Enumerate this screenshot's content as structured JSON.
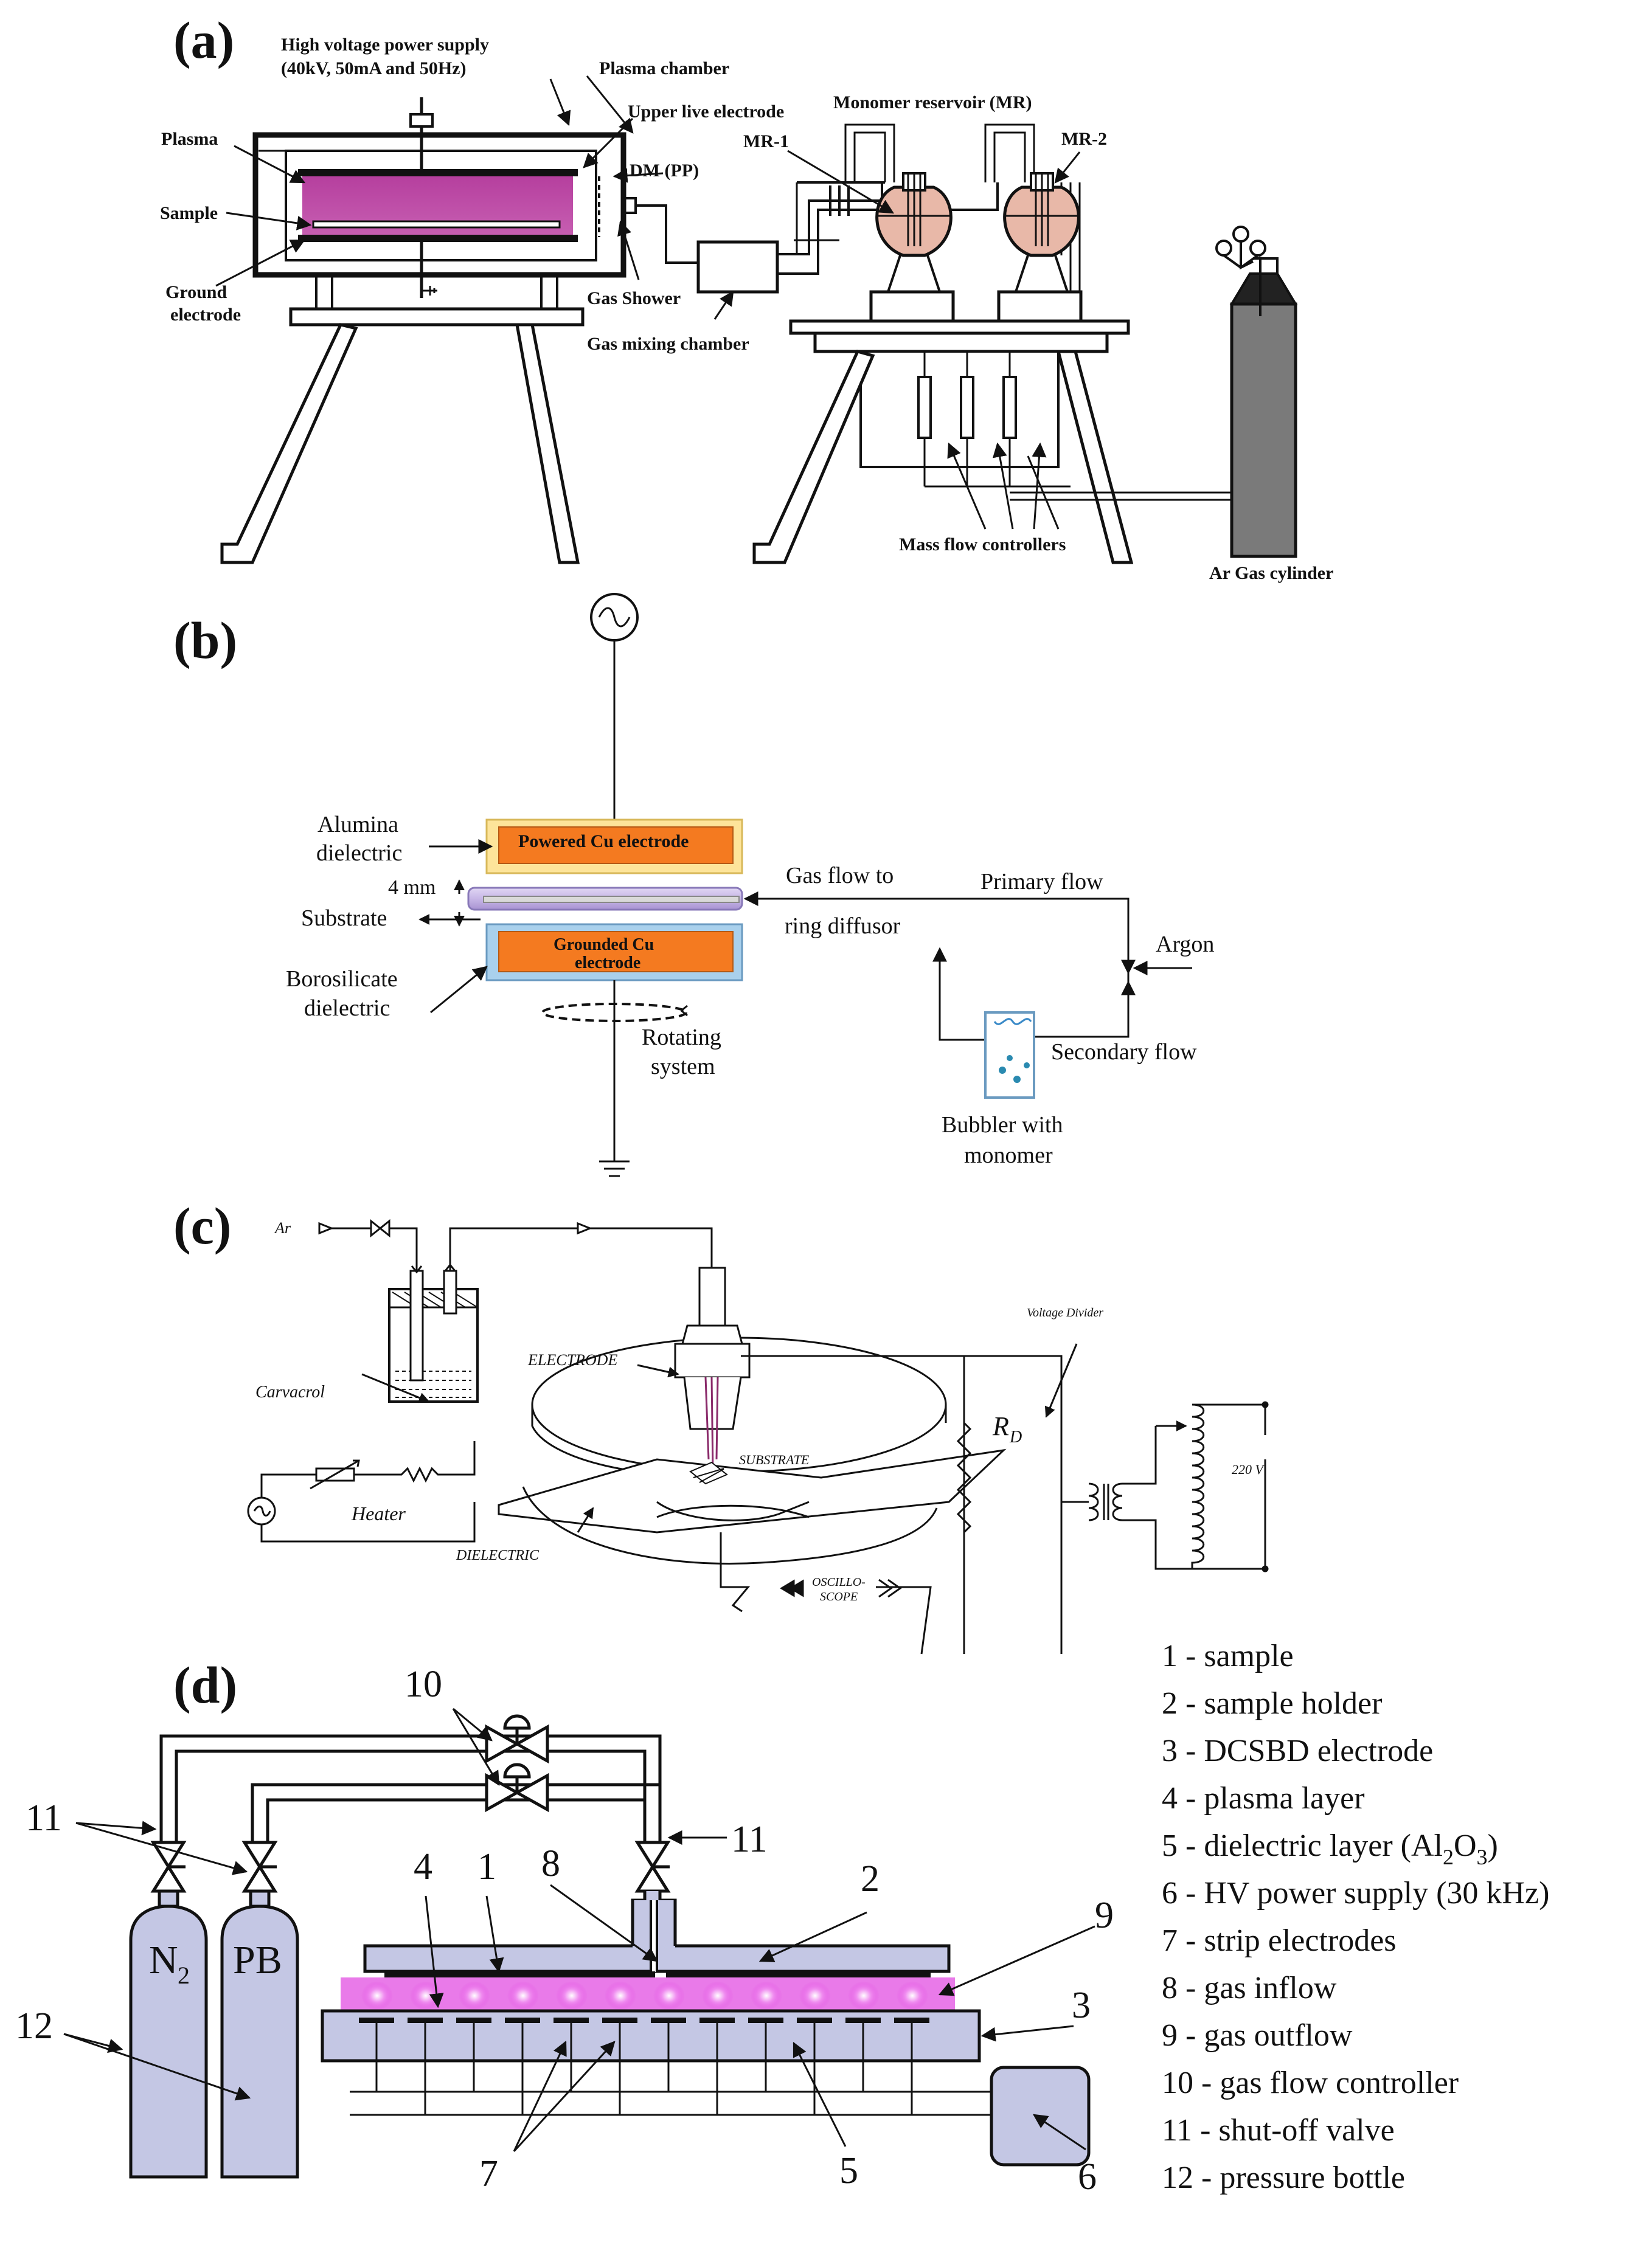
{
  "panel_a": {
    "tag": "(a)",
    "labels": {
      "hv_supply_1": "High voltage power supply",
      "hv_supply_2": "(40kV, 50mA and 50Hz)",
      "plasma_chamber": "Plasma chamber",
      "upper_electrode": "Upper live electrode",
      "monomer_reservoir": "Monomer reservoir (MR)",
      "plasma": "Plasma",
      "dm_pp": "DM (PP)",
      "mr1": "MR-1",
      "mr2": "MR-2",
      "sample": "Sample",
      "ground_1": "Ground",
      "ground_2": "electrode",
      "gas_shower": "Gas Shower",
      "gas_mixing": "Gas mixing chamber",
      "mass_flow": "Mass flow controllers",
      "ar_cylinder": "Ar Gas cylinder"
    }
  },
  "panel_b": {
    "tag": "(b)",
    "labels": {
      "alumina_1": "Alumina",
      "alumina_2": "dielectric",
      "powered": "Powered Cu electrode",
      "gap": "4 mm",
      "substrate": "Substrate",
      "grounded_1": "Grounded Cu",
      "grounded_2": "electrode",
      "boro_1": "Borosilicate",
      "boro_2": "dielectric",
      "rotating_1": "Rotating",
      "rotating_2": "system",
      "gasflow_1": "Gas flow to",
      "gasflow_2": "ring diffusor",
      "primary": "Primary flow",
      "argon": "Argon",
      "secondary": "Secondary flow",
      "bubbler_1": "Bubbler with",
      "bubbler_2": "monomer"
    }
  },
  "panel_c": {
    "tag": "(c)",
    "labels": {
      "ar": "Ar",
      "carvacrol": "Carvacrol",
      "heater": "Heater",
      "electrode": "ELECTRODE",
      "substrate": "SUBSTRATE",
      "dielectric": "DIELECTRIC",
      "oscillo_1": "OSCILLO-",
      "oscillo_2": "SCOPE",
      "voltage_divider": "Voltage Divider",
      "rd": "R",
      "rd_sub": "D",
      "v220": "220 V"
    }
  },
  "panel_d": {
    "tag": "(d)",
    "numbers": {
      "n1": "1",
      "n2": "2",
      "n3": "3",
      "n4": "4",
      "n5": "5",
      "n6": "6",
      "n7": "7",
      "n8": "8",
      "n9": "9",
      "n10": "10",
      "n11a": "11",
      "n11b": "11",
      "n12": "12"
    },
    "bottle_n2": "N",
    "bottle_n2_sub": "2",
    "bottle_pb": "PB",
    "legend": [
      "1 - sample",
      "2 - sample holder",
      "3 - DCSBD electrode",
      "4 - plasma layer",
      "5 - dielectric layer (Al",
      "6 - HV power supply (30 kHz)",
      "7 - strip electrodes",
      "8 - gas inflow",
      "9 - gas outflow",
      "10 - gas flow controller",
      "11 - shut-off valve",
      "12 - pressure bottle"
    ],
    "legend5_sub1": "2",
    "legend5_mid": "O",
    "legend5_sub2": "3",
    "legend5_end": ")"
  },
  "colors": {
    "plasma_magenta": "#b43c9c",
    "flask_pink": "#e8b8a8",
    "copper_orange": "#f47a20",
    "alumina_yellow": "#fde49a",
    "borosilicate_blue": "#a9d0ec",
    "substrate_violet": "#c7b6e6",
    "bottle_lavender": "#c4c7e4",
    "plasma_glow": "#e24de2",
    "cylinder_grey": "#7a7a7a"
  }
}
